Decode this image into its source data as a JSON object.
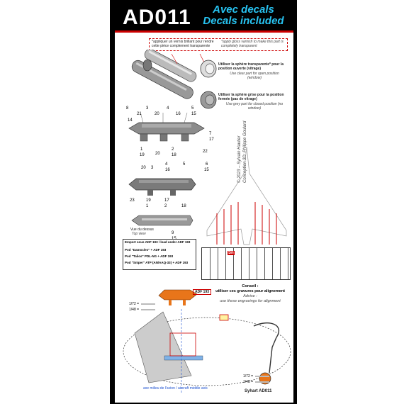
{
  "header": {
    "code": "AD011",
    "decals_fr": "Avec decals",
    "decals_en": "Decals included"
  },
  "notes": {
    "gloss_fr": "*appliquer un vernis brillant pour rendre cette pièce complement transparente",
    "gloss_en": "*apply gloss varnish to make this part is completely transparent",
    "clear_fr": "Utiliser la sphère transparente* pour la position ouverte (vitrage)",
    "clear_en": "Use clear part for open position (window)",
    "grey_fr": "Utiliser la sphère grise pour la position fermée (pas de vitrage)",
    "grey_en": "Use grey part for closed position (no window)",
    "topview": "Vue du dessus",
    "topview_en": "Top view"
  },
  "credit": {
    "line1": "© 2023 – Sylvain Hautier",
    "line2": "Conception 3D: Philippe Goulard"
  },
  "part_numbers": [
    "8",
    "21",
    "3",
    "20",
    "4",
    "16",
    "5",
    "15",
    "14",
    "1",
    "19",
    "20",
    "2",
    "18",
    "7",
    "17",
    "22",
    "20",
    "3",
    "4",
    "16",
    "6",
    "15",
    "5",
    "23",
    "19",
    "1",
    "17",
    "2",
    "18",
    "9",
    "15"
  ],
  "legend": {
    "title": "Emport sous ADF 193 / load under ADF 193",
    "rows": [
      "Pod \"Damocles\" + ADF 193",
      "Pod \"Talios\" PDL-NG + ADF 193",
      "Pod \"Sniper\" ATP (AN/AAQ-33) + ADF 193"
    ]
  },
  "table": {
    "highlight": "Sn"
  },
  "advice": {
    "fr_title": "Conseil :",
    "fr_text": "utiliser ces gravures pour alignement",
    "en_title": "Advise :",
    "en_text": "use these engravings for alignment"
  },
  "tag": "ADF 193",
  "scales": [
    "1/72 =",
    "1/48 ="
  ],
  "scales_bottom": [
    "1/72 =",
    "1/48 ="
  ],
  "axis_label": "axe milieu de l'avion / aircraft middle axis",
  "footer": "Syhart AD011",
  "colors": {
    "accent_red": "#cc0000",
    "decal_cyan": "#27c2f0",
    "pod_orange": "#e8751a"
  }
}
